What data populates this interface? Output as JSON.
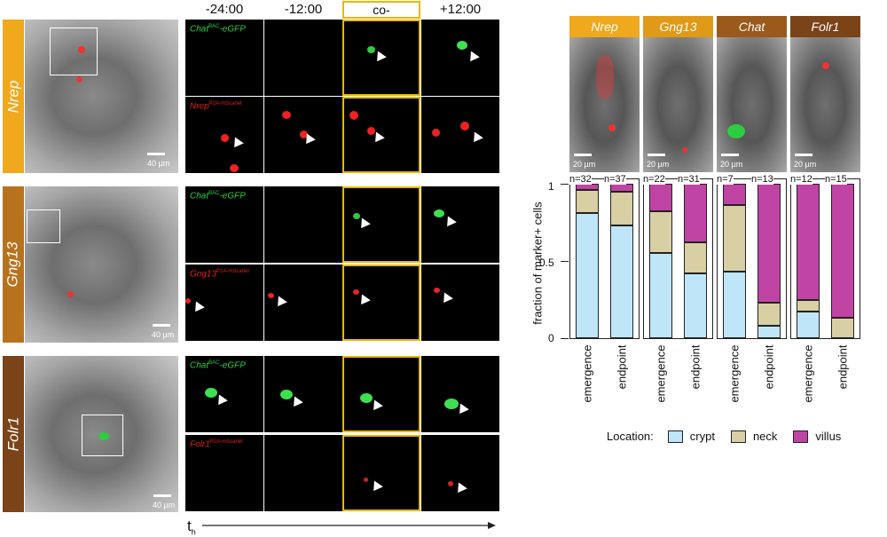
{
  "time_labels": [
    "-24:00",
    "-12:00",
    "co-expression",
    "+12:00"
  ],
  "rows": [
    {
      "label": "Nrep",
      "color": "#f0a81c",
      "scale": "40 µm",
      "green_label": "Chat",
      "green_sup": "BAC",
      "green_suffix": "-eGFP",
      "red_label": "Nrep",
      "red_sup": "P2A-mScarlet"
    },
    {
      "label": "Gng13",
      "color": "#b8721e",
      "scale": "40 µm",
      "green_label": "Chat",
      "green_sup": "BAC",
      "green_suffix": "-eGFP",
      "red_label": "Gng13",
      "red_sup": "P2A-mScarlet"
    },
    {
      "label": "Folr1",
      "color": "#7a4318",
      "scale": "40 µm",
      "green_label": "Chat",
      "green_sup": "BAC",
      "green_suffix": "-eGFP",
      "red_label": "Folr1",
      "red_sup": "P2A-mScarlet"
    }
  ],
  "time_axis_label": "t",
  "time_axis_sub": "h",
  "right_headers": [
    {
      "label": "Nrep",
      "color": "#f0a81c",
      "scale": "20 µm"
    },
    {
      "label": "Gng13",
      "color": "#e09a18",
      "scale": "20 µm"
    },
    {
      "label": "Chat",
      "color": "#9a5a1c",
      "scale": "20 µm"
    },
    {
      "label": "Folr1",
      "color": "#7a4318",
      "scale": "20 µm"
    }
  ],
  "chart_data": {
    "type": "bar",
    "stacked": true,
    "ylabel": "fraction of marker+ cells",
    "ylim": [
      0,
      1
    ],
    "yticks": [
      "0",
      "0.5",
      "1"
    ],
    "legend_title": "Location:",
    "legend_position": "bottom",
    "series_colors": {
      "crypt": "#bfe6f8",
      "neck": "#d8cfa4",
      "villus": "#c044a4"
    },
    "series_names": [
      "crypt",
      "neck",
      "villus"
    ],
    "groups": [
      {
        "marker": "Nrep",
        "bars": [
          {
            "category": "emergence",
            "n": "n=32",
            "crypt": 0.81,
            "neck": 0.15,
            "villus": 0.04
          },
          {
            "category": "endpoint",
            "n": "n=37",
            "crypt": 0.73,
            "neck": 0.22,
            "villus": 0.05
          }
        ]
      },
      {
        "marker": "Gng13",
        "bars": [
          {
            "category": "emergence",
            "n": "n=22",
            "crypt": 0.55,
            "neck": 0.27,
            "villus": 0.18
          },
          {
            "category": "endpoint",
            "n": "n=31",
            "crypt": 0.42,
            "neck": 0.2,
            "villus": 0.38
          }
        ]
      },
      {
        "marker": "Chat",
        "bars": [
          {
            "category": "emergence",
            "n": "n=7",
            "crypt": 0.43,
            "neck": 0.43,
            "villus": 0.14
          },
          {
            "category": "endpoint",
            "n": "n=13",
            "crypt": 0.08,
            "neck": 0.15,
            "villus": 0.77
          }
        ]
      },
      {
        "marker": "Folr1",
        "bars": [
          {
            "category": "emergence",
            "n": "n=12",
            "crypt": 0.17,
            "neck": 0.08,
            "villus": 0.75
          },
          {
            "category": "endpoint",
            "n": "n=15",
            "crypt": 0.0,
            "neck": 0.13,
            "villus": 0.87
          }
        ]
      }
    ]
  }
}
